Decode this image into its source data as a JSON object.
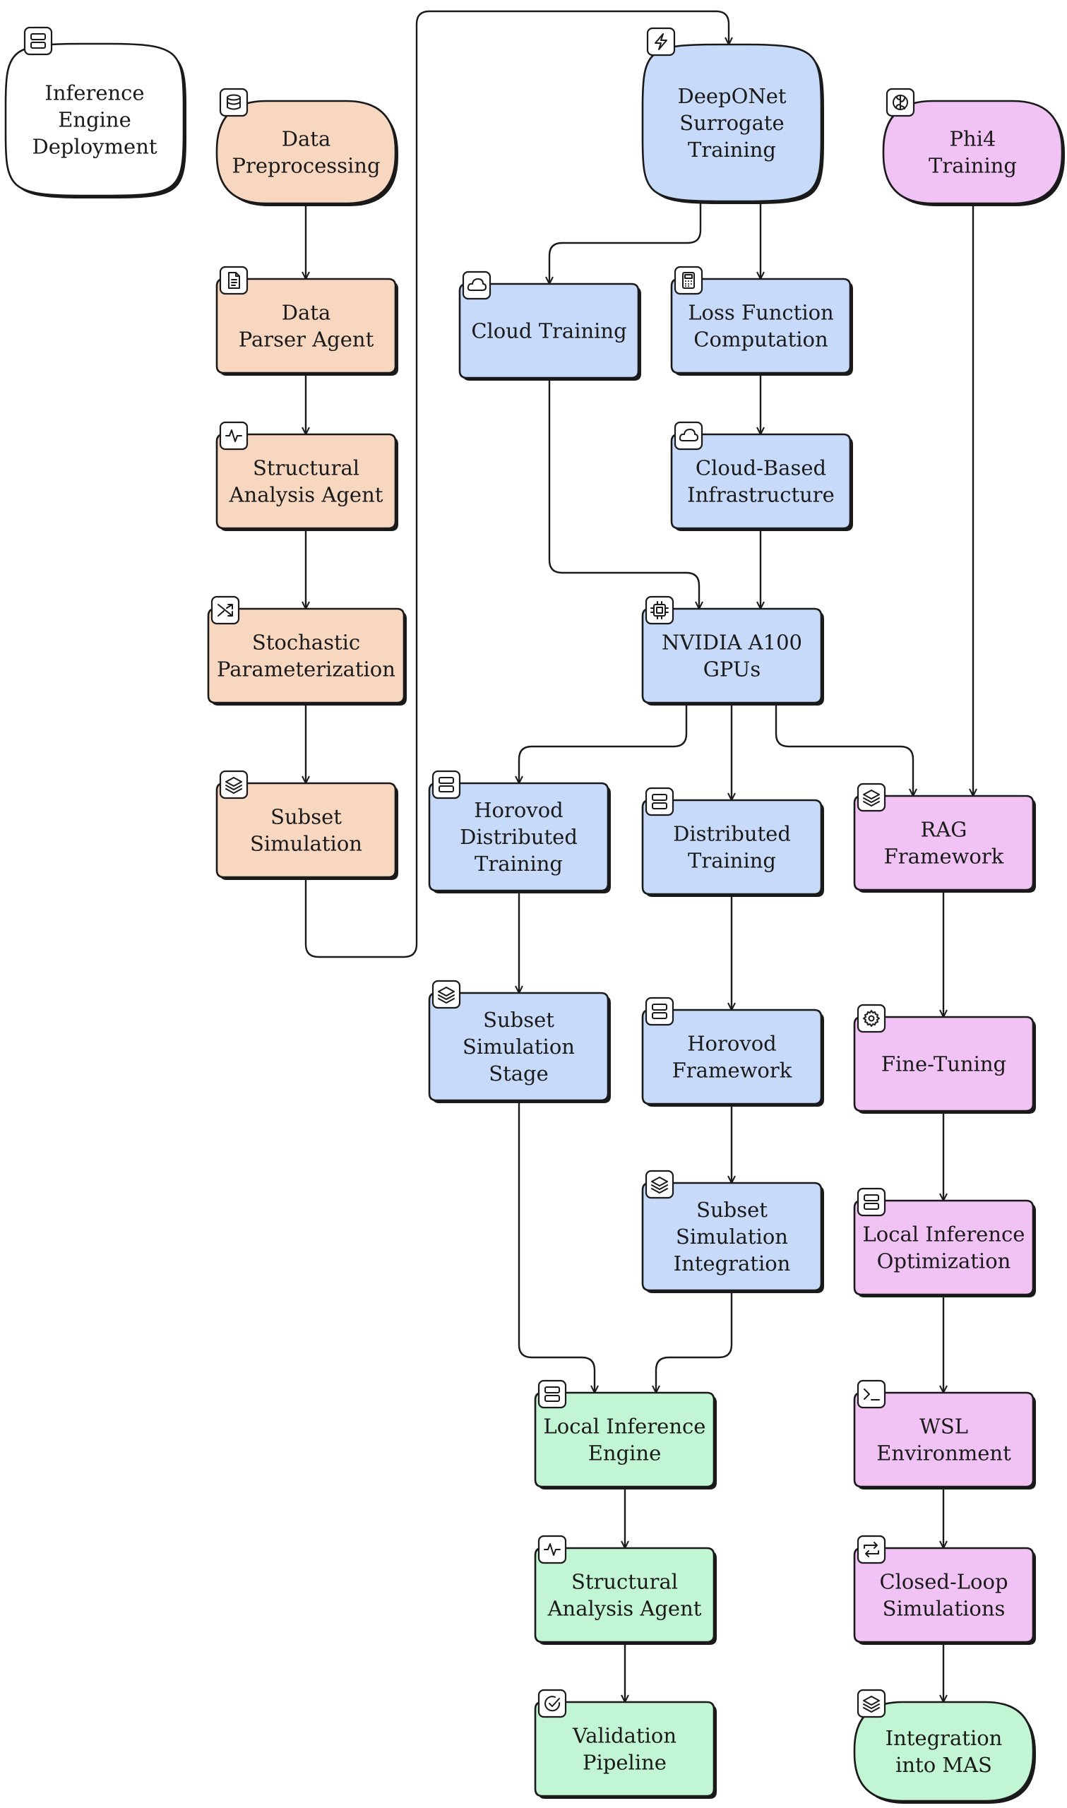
{
  "colors": {
    "orange": "#f8d7c1",
    "blue": "#c7dafa",
    "pink": "#f1c3f5",
    "green": "#c2f5d3",
    "white": "#ffffff",
    "stroke": "#1a1a1a"
  },
  "nodes": {
    "inference_engine_deployment": {
      "lines": [
        "Inference",
        "Engine",
        "Deployment"
      ],
      "icon": "server-icon"
    },
    "data_preprocessing": {
      "lines": [
        "Data",
        "Preprocessing"
      ],
      "icon": "database-icon"
    },
    "data_parser_agent": {
      "lines": [
        "Data",
        "Parser Agent"
      ],
      "icon": "file-text-icon"
    },
    "structural_analysis_agent_a": {
      "lines": [
        "Structural",
        "Analysis Agent"
      ],
      "icon": "activity-icon"
    },
    "stochastic_parameterization": {
      "lines": [
        "Stochastic",
        "Parameterization"
      ],
      "icon": "shuffle-icon"
    },
    "subset_simulation": {
      "lines": [
        "Subset",
        "Simulation"
      ],
      "icon": "layers-icon"
    },
    "deeponet_surrogate_training": {
      "lines": [
        "DeepONet",
        "Surrogate",
        "Training"
      ],
      "icon": "zap-icon"
    },
    "cloud_training": {
      "lines": [
        "Cloud Training"
      ],
      "icon": "cloud-icon"
    },
    "loss_function_computation": {
      "lines": [
        "Loss Function",
        "Computation"
      ],
      "icon": "calculator-icon"
    },
    "cloud_based_infrastructure": {
      "lines": [
        "Cloud-Based",
        "Infrastructure"
      ],
      "icon": "cloud-icon"
    },
    "nvidia_a100_gpus": {
      "lines": [
        "NVIDIA A100",
        "GPUs"
      ],
      "icon": "cpu-icon"
    },
    "horovod_distributed_training": {
      "lines": [
        "Horovod",
        "Distributed",
        "Training"
      ],
      "icon": "server-icon"
    },
    "distributed_training": {
      "lines": [
        "Distributed",
        "Training"
      ],
      "icon": "server-icon"
    },
    "subset_simulation_stage": {
      "lines": [
        "Subset",
        "Simulation",
        "Stage"
      ],
      "icon": "layers-icon"
    },
    "horovod_framework": {
      "lines": [
        "Horovod",
        "Framework"
      ],
      "icon": "server-icon"
    },
    "subset_simulation_integration": {
      "lines": [
        "Subset",
        "Simulation",
        "Integration"
      ],
      "icon": "layers-icon"
    },
    "local_inference_engine": {
      "lines": [
        "Local Inference",
        "Engine"
      ],
      "icon": "server-icon"
    },
    "structural_analysis_agent_b": {
      "lines": [
        "Structural",
        "Analysis Agent"
      ],
      "icon": "activity-icon"
    },
    "validation_pipeline": {
      "lines": [
        "Validation",
        "Pipeline"
      ],
      "icon": "check-circle-icon"
    },
    "phi4_training": {
      "lines": [
        "Phi4",
        "Training"
      ],
      "icon": "brain-icon"
    },
    "rag_framework": {
      "lines": [
        "RAG",
        "Framework"
      ],
      "icon": "layers-icon"
    },
    "fine_tuning": {
      "lines": [
        "Fine-Tuning"
      ],
      "icon": "gear-icon"
    },
    "local_inference_optimization": {
      "lines": [
        "Local Inference",
        "Optimization"
      ],
      "icon": "server-icon"
    },
    "wsl_environment": {
      "lines": [
        "WSL",
        "Environment"
      ],
      "icon": "terminal-icon"
    },
    "closed_loop_simulations": {
      "lines": [
        "Closed-Loop",
        "Simulations"
      ],
      "icon": "refresh-icon"
    },
    "integration_into_mas": {
      "lines": [
        "Integration",
        "into MAS"
      ],
      "icon": "layers-icon"
    }
  },
  "edges": [
    {
      "from": "data_preprocessing",
      "to": "data_parser_agent"
    },
    {
      "from": "data_parser_agent",
      "to": "structural_analysis_agent_a"
    },
    {
      "from": "structural_analysis_agent_a",
      "to": "stochastic_parameterization"
    },
    {
      "from": "stochastic_parameterization",
      "to": "subset_simulation"
    },
    {
      "from": "subset_simulation",
      "to": "deeponet_surrogate_training"
    },
    {
      "from": "deeponet_surrogate_training",
      "to": "cloud_training"
    },
    {
      "from": "deeponet_surrogate_training",
      "to": "loss_function_computation"
    },
    {
      "from": "loss_function_computation",
      "to": "cloud_based_infrastructure"
    },
    {
      "from": "cloud_training",
      "to": "nvidia_a100_gpus"
    },
    {
      "from": "cloud_based_infrastructure",
      "to": "nvidia_a100_gpus"
    },
    {
      "from": "nvidia_a100_gpus",
      "to": "horovod_distributed_training"
    },
    {
      "from": "nvidia_a100_gpus",
      "to": "distributed_training"
    },
    {
      "from": "nvidia_a100_gpus",
      "to": "rag_framework"
    },
    {
      "from": "phi4_training",
      "to": "rag_framework"
    },
    {
      "from": "horovod_distributed_training",
      "to": "subset_simulation_stage"
    },
    {
      "from": "distributed_training",
      "to": "horovod_framework"
    },
    {
      "from": "horovod_framework",
      "to": "subset_simulation_integration"
    },
    {
      "from": "subset_simulation_stage",
      "to": "local_inference_engine"
    },
    {
      "from": "subset_simulation_integration",
      "to": "local_inference_engine"
    },
    {
      "from": "local_inference_engine",
      "to": "structural_analysis_agent_b"
    },
    {
      "from": "structural_analysis_agent_b",
      "to": "validation_pipeline"
    },
    {
      "from": "rag_framework",
      "to": "fine_tuning"
    },
    {
      "from": "fine_tuning",
      "to": "local_inference_optimization"
    },
    {
      "from": "local_inference_optimization",
      "to": "wsl_environment"
    },
    {
      "from": "wsl_environment",
      "to": "closed_loop_simulations"
    },
    {
      "from": "closed_loop_simulations",
      "to": "integration_into_mas"
    }
  ]
}
